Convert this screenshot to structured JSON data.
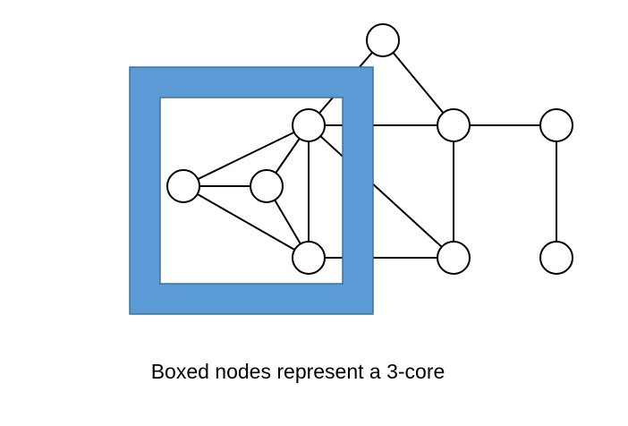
{
  "caption": "Boxed nodes represent a 3-core",
  "colors": {
    "box_fill": "#5b9bd5",
    "box_stroke": "#41719c",
    "node_fill": "#ffffff",
    "edge": "#000000"
  },
  "graph": {
    "nodes": [
      "top",
      "left",
      "center",
      "core-top",
      "core-bottom",
      "mid-right",
      "mid-bottom",
      "far-right-top",
      "far-right-bottom"
    ],
    "core_nodes": [
      "left",
      "center",
      "core-top",
      "core-bottom"
    ],
    "edges": [
      [
        "left",
        "center"
      ],
      [
        "left",
        "core-top"
      ],
      [
        "left",
        "core-bottom"
      ],
      [
        "center",
        "core-top"
      ],
      [
        "center",
        "core-bottom"
      ],
      [
        "core-top",
        "core-bottom"
      ],
      [
        "core-top",
        "top"
      ],
      [
        "top",
        "mid-right"
      ],
      [
        "core-top",
        "mid-right"
      ],
      [
        "core-top",
        "mid-bottom"
      ],
      [
        "mid-right",
        "mid-bottom"
      ],
      [
        "core-bottom",
        "mid-bottom"
      ],
      [
        "mid-right",
        "far-right-top"
      ],
      [
        "far-right-top",
        "far-right-bottom"
      ]
    ]
  }
}
